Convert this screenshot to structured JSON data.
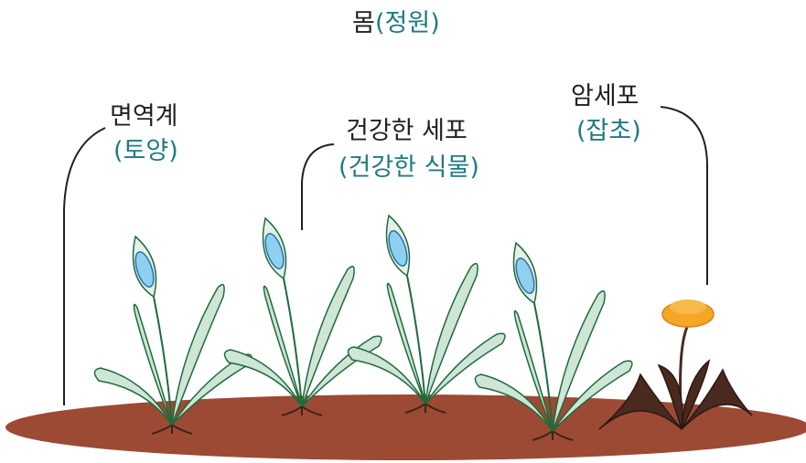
{
  "title": {
    "main": "몸",
    "sub": "(정원)"
  },
  "labels": {
    "immune": {
      "main": "면역계",
      "sub": "(토양)"
    },
    "healthy": {
      "main": "건강한 세포",
      "sub": "(건강한 식물)"
    },
    "cancer": {
      "main": "암세포",
      "sub": "(잡초)"
    }
  },
  "colors": {
    "soil": "#9c4a34",
    "leaf": "#cfe5d6",
    "leaf_stroke": "#1e6b3b",
    "flower": "#8fd0ee",
    "flower_stroke": "#2a6fb0",
    "dandelion": "#f5a623",
    "weed_leaf": "#4a2a20",
    "teal_text": "#1f7a82"
  }
}
